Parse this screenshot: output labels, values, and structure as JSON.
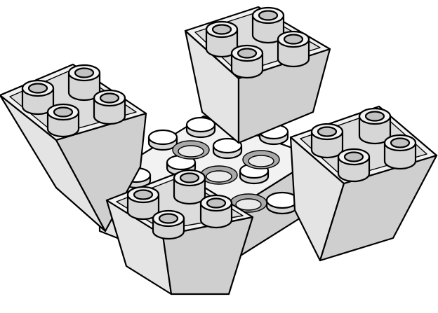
{
  "colors": {
    "background": "#ffffff",
    "outline": "#000000",
    "top_face": "#f2f2f2",
    "light_face": "#e4e4e4",
    "mid_face": "#cfcfcf",
    "dark_face": "#bdbdbd",
    "stud_top": "#ffffff",
    "stud_side": "#d6d6d6",
    "hole": "#a9a9a9"
  },
  "illustration": {
    "subject": "lego-brick-assembly",
    "inverted_slope_count": 4,
    "center_stud_count": 8,
    "tube_count": 16
  }
}
